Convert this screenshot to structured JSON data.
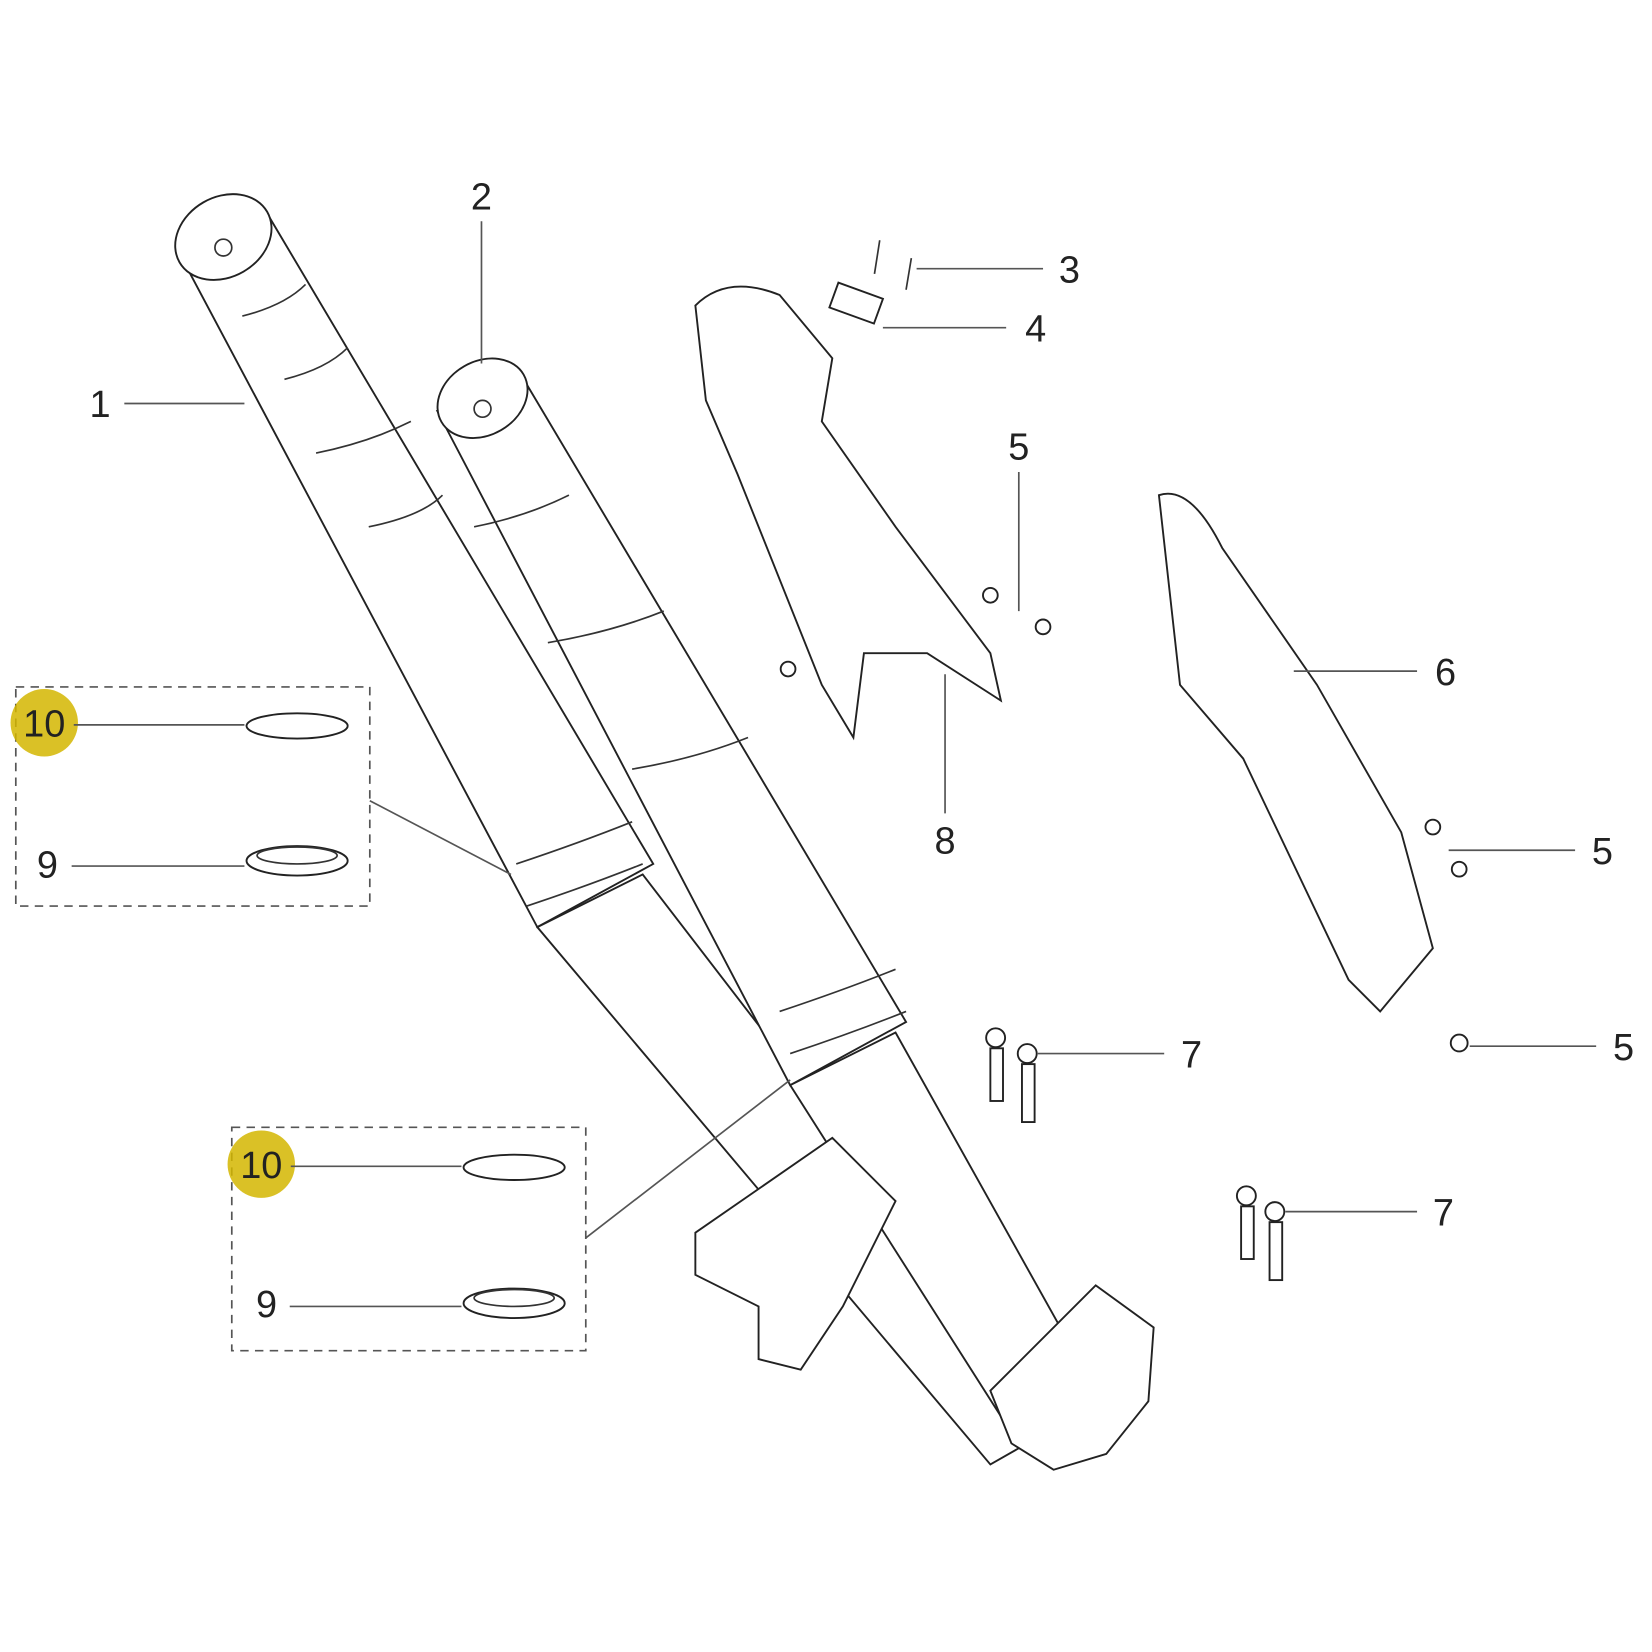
{
  "diagram": {
    "type": "exploded parts diagram - front fork",
    "highlight_color": "#d4b600",
    "callouts": [
      {
        "id": "c1",
        "label": "1",
        "highlighted": false
      },
      {
        "id": "c2",
        "label": "2",
        "highlighted": false
      },
      {
        "id": "c3",
        "label": "3",
        "highlighted": false
      },
      {
        "id": "c4",
        "label": "4",
        "highlighted": false
      },
      {
        "id": "c5a",
        "label": "5",
        "highlighted": false
      },
      {
        "id": "c6",
        "label": "6",
        "highlighted": false
      },
      {
        "id": "c5b",
        "label": "5",
        "highlighted": false
      },
      {
        "id": "c5c",
        "label": "5",
        "highlighted": false
      },
      {
        "id": "c7a",
        "label": "7",
        "highlighted": false
      },
      {
        "id": "c7b",
        "label": "7",
        "highlighted": false
      },
      {
        "id": "c8",
        "label": "8",
        "highlighted": false
      },
      {
        "id": "c10a",
        "label": "10",
        "highlighted": true
      },
      {
        "id": "c9a",
        "label": "9",
        "highlighted": false
      },
      {
        "id": "c10b",
        "label": "10",
        "highlighted": true
      },
      {
        "id": "c9b",
        "label": "9",
        "highlighted": false
      }
    ]
  }
}
